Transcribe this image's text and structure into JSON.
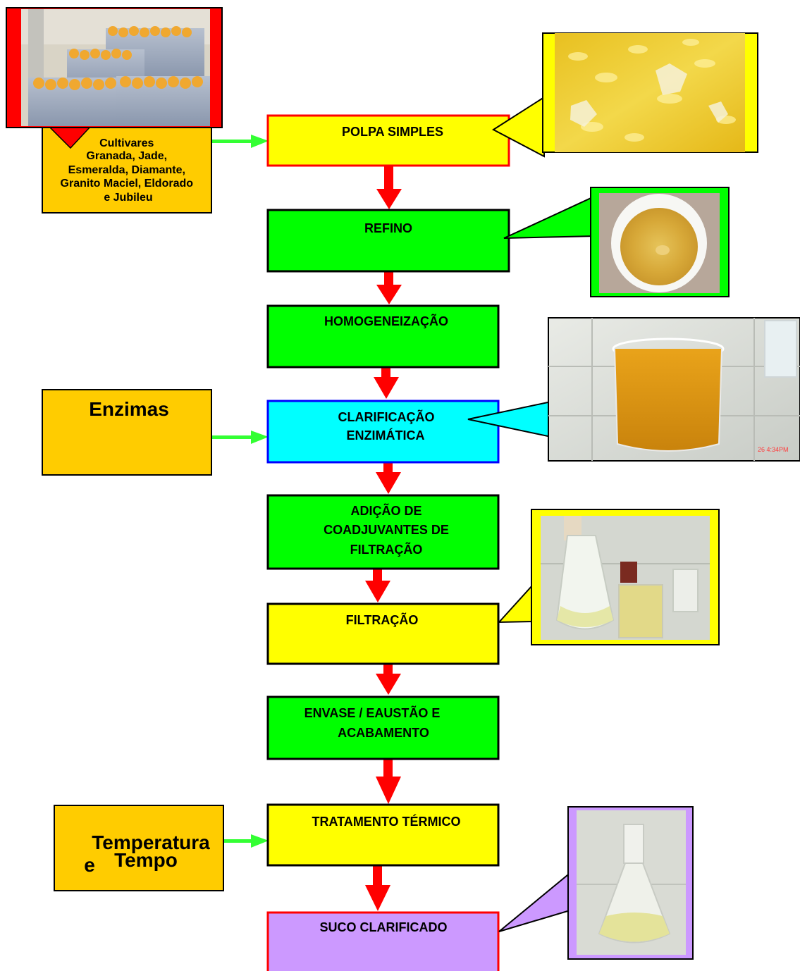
{
  "steps": {
    "polpa": "POLPA SIMPLES",
    "refino": "REFINO",
    "homogeneizacao": "HOMOGENEIZAÇÃO",
    "clarificacao_1": "CLARIFICAÇÃO",
    "clarificacao_2": "ENZIMÁTICA",
    "adicao_1": "ADIÇÃO DE",
    "adicao_2": "COADJUVANTES DE",
    "adicao_3": "FILTRAÇÃO",
    "filtracao": "FILTRAÇÃO",
    "envase_1": "ENVASE / EAUSTÃO E",
    "envase_2": "ACABAMENTO",
    "tratamento": "TRATAMENTO TÉRMICO",
    "suco": "SUCO CLARIFICADO"
  },
  "inputs": {
    "cultivares": [
      "Cultivares",
      "Granada, Jade,",
      "Esmeralda, Diamante,",
      "Granito Maciel, Eldorado",
      "e Jubileu"
    ],
    "enzimas": "Enzimas",
    "temperatura": "Temperatura",
    "e": "e",
    "tempo": "Tempo"
  },
  "photo_timestamp": "26 4:34PM",
  "colors": {
    "yellow": "#ffff00",
    "green": "#00ff00",
    "cyan": "#00ffff",
    "lilac": "#cc99ff",
    "orange": "#ffcc00",
    "red_arrow": "#ff0000",
    "green_arrow": "#33ff33"
  }
}
